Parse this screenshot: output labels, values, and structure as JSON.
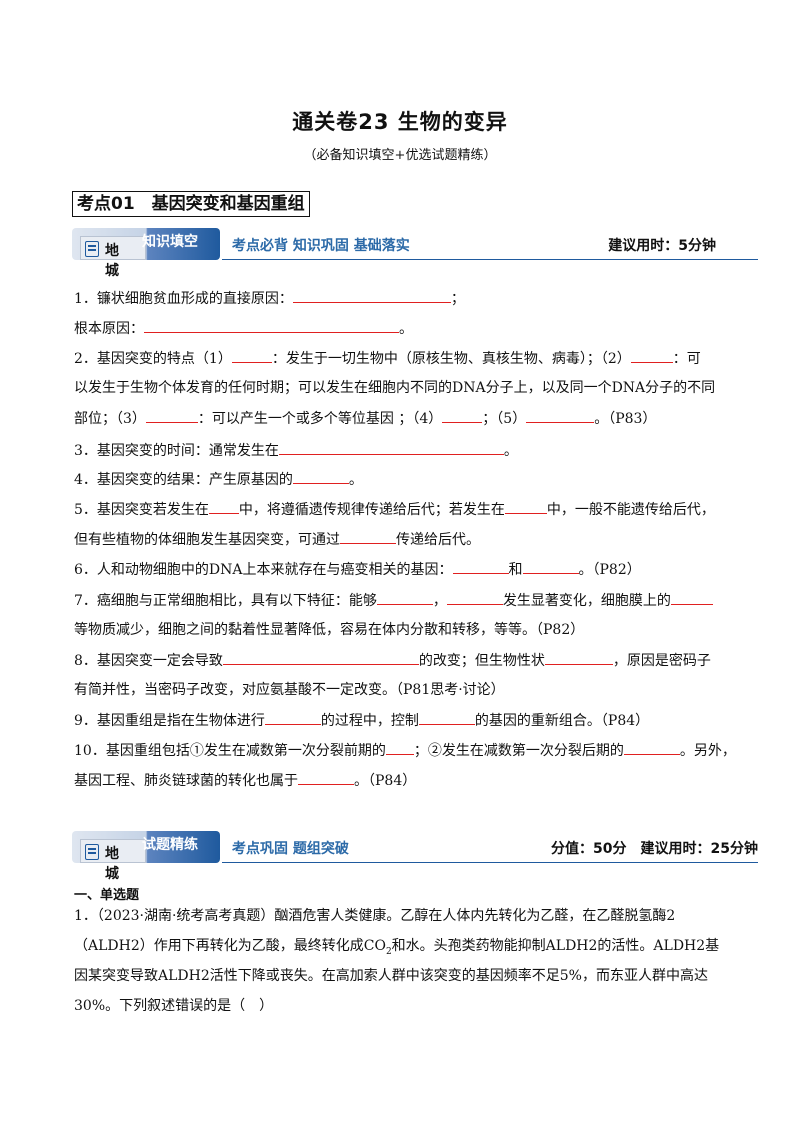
{
  "header": {
    "title": "通关卷23 生物的变异",
    "subtitle": "（必备知识填空+优选试题精练）"
  },
  "section": {
    "label": "考点01　基因突变和基因重组"
  },
  "banner1": {
    "tag_di": "地城",
    "tag_label": "知识填空",
    "middle": "考点必背 知识巩固 基础落实",
    "right": "建议用时：5分钟"
  },
  "questions": {
    "q1a": "1．镰状细胞贫血形成的直接原因：",
    "q1a_end": "；",
    "q1b": "根本原因：",
    "q1b_end": "。",
    "q2a_1": "2．基因突变的特点（1）",
    "q2a_2": "：发生于一切生物中（原核生物、真核生物、病毒）；（2）",
    "q2a_3": "：可",
    "q2b": "以发生于生物个体发育的任何时期；可以发生在细胞内不同的DNA分子上，以及同一个DNA分子的不同",
    "q2c_1": "部位；（3）",
    "q2c_2": "：可以产生一个或多个等位基因 ；（4）",
    "q2c_3": "；（5）",
    "q2c_4": "。（P83）",
    "q3": "3．基因突变的时间：通常发生在",
    "q3_end": "。",
    "q4": "4．基因突变的结果：产生原基因的",
    "q4_end": "。",
    "q5a_1": "5．基因突变若发生在",
    "q5a_2": "中，将遵循遗传规律传递给后代；若发生在",
    "q5a_3": "中，一般不能遗传给后代，",
    "q5b_1": "但有些植物的体细胞发生基因突变，可通过",
    "q5b_2": "传递给后代。",
    "q6_1": "6．人和动物细胞中的DNA上本来就存在与癌变相关的基因：",
    "q6_2": "和",
    "q6_3": "。（P82）",
    "q7a_1": "7．癌细胞与正常细胞相比，具有以下特征：能够",
    "q7a_2": "，",
    "q7a_3": "发生显著变化，细胞膜上的",
    "q7b": "等物质减少，细胞之间的黏着性显著降低，容易在体内分散和转移，等等。（P82）",
    "q8a_1": "8．基因突变一定会导致",
    "q8a_2": "的改变；但生物性状",
    "q8a_3": "，原因是密码子",
    "q8b": "有简并性，当密码子改变，对应氨基酸不一定改变。（P81思考·讨论）",
    "q9_1": "9．基因重组是指在生物体进行",
    "q9_2": "的过程中，控制",
    "q9_3": "的基因的重新组合。（P84）",
    "q10a_1": "10．基因重组包括①发生在减数第一次分裂前期的",
    "q10a_2": "；②发生在减数第一次分裂后期的",
    "q10a_3": "。另外，",
    "q10b_1": "基因工程、肺炎链球菌的转化也属于",
    "q10b_2": "。（P84）"
  },
  "banner2": {
    "tag_di": "地城",
    "tag_label": "试题精练",
    "middle": "考点巩固 题组突破",
    "right": "分值：50分　建议用时：25分钟"
  },
  "part": {
    "heading": "一、单选题",
    "p1": "1．（2023·湖南·统考高考真题）酗酒危害人类健康。乙醇在人体内先转化为乙醛，在乙醛脱氢酶2",
    "p2_1": "（ALDH2）作用下再转化为乙酸，最终转化成CO",
    "p2_sub": "2",
    "p2_2": "和水。头孢类药物能抑制ALDH2的活性。ALDH2基",
    "p3": "因某突变导致ALDH2活性下降或丧失。在高加索人群中该突变的基因频率不足5%，而东亚人群中高达",
    "p4": "30%。下列叙述错误的是（　）"
  }
}
